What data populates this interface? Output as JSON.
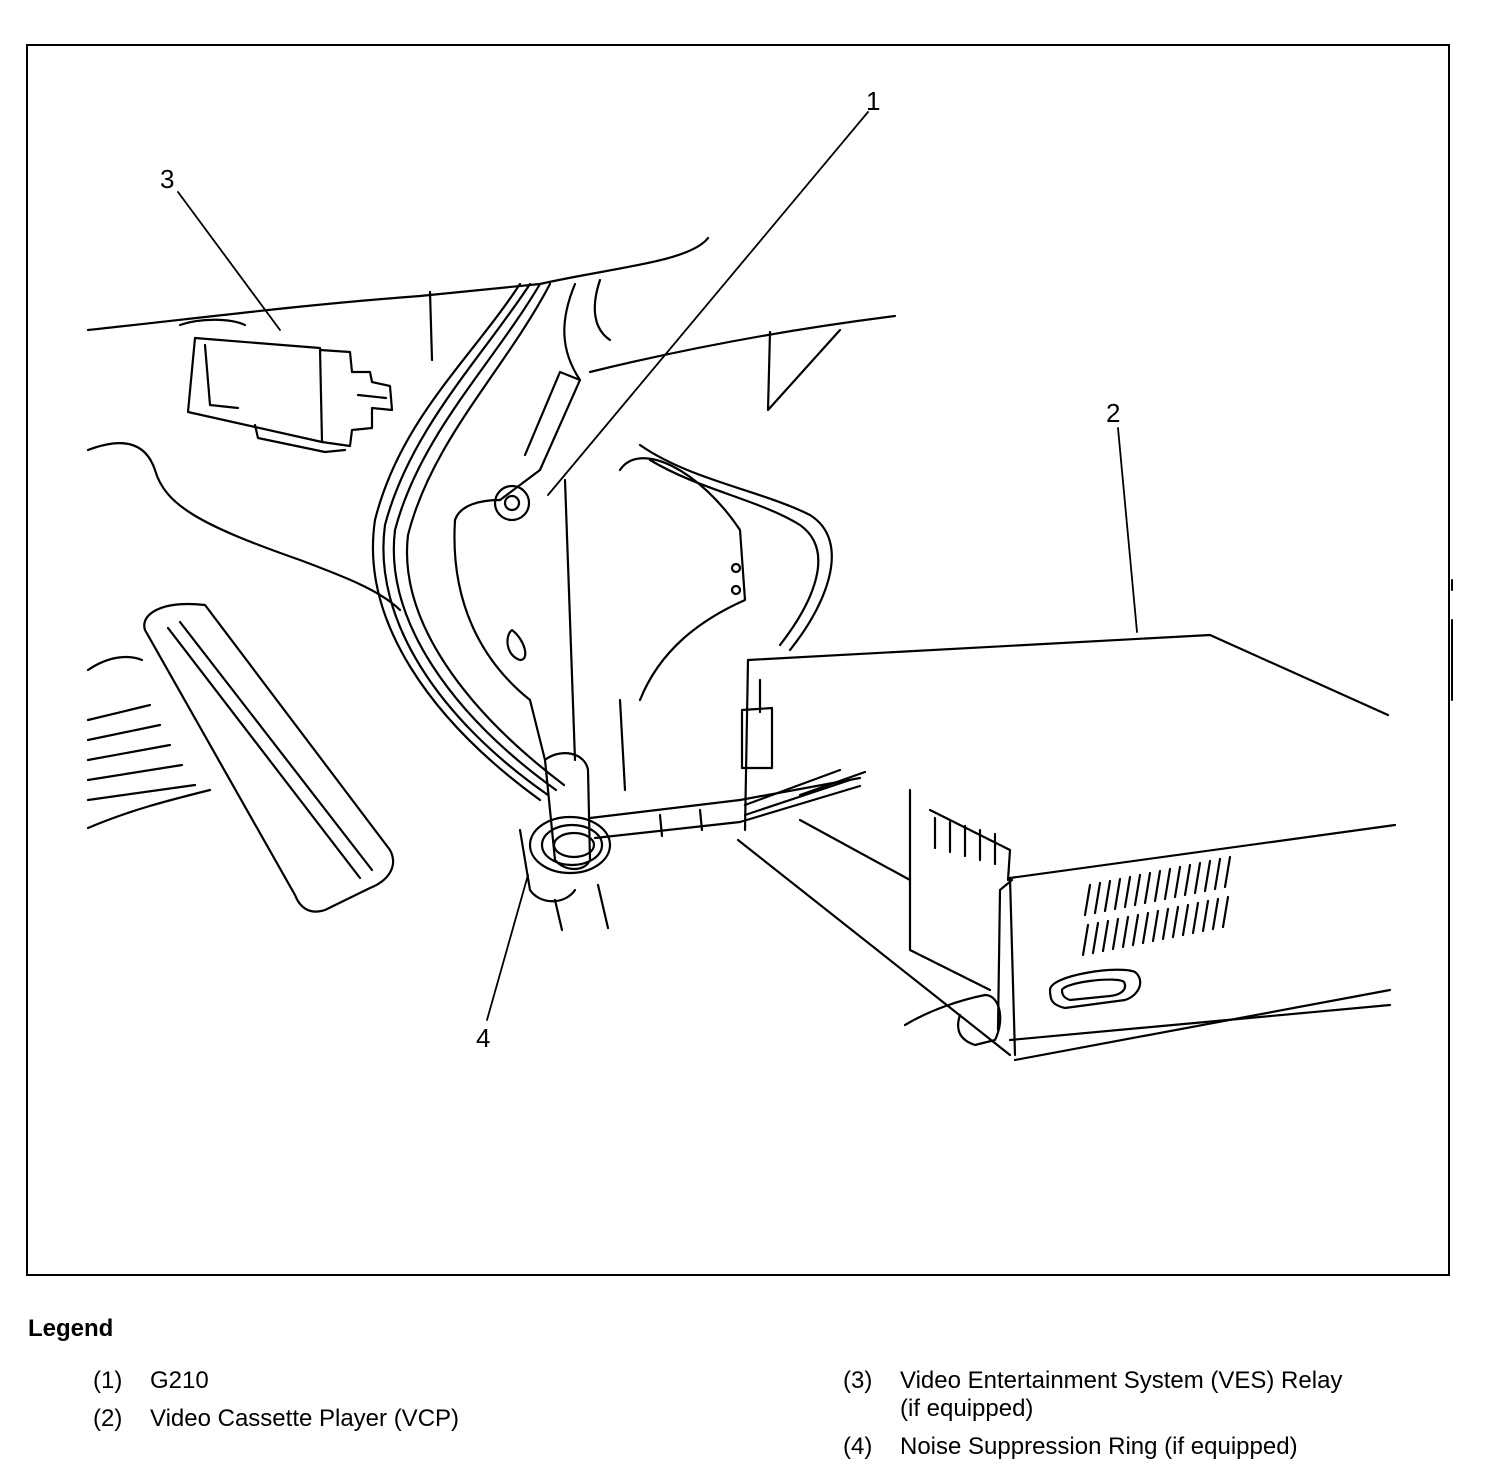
{
  "callouts": {
    "c1": "1",
    "c2": "2",
    "c3": "3",
    "c4": "4"
  },
  "legend": {
    "title": "Legend",
    "items": [
      {
        "num": "(1)",
        "text": "G210"
      },
      {
        "num": "(2)",
        "text": "Video Cassette Player (VCP)"
      },
      {
        "num": "(3)",
        "text": "Video Entertainment System (VES) Relay",
        "text2": "(if equipped)"
      },
      {
        "num": "(4)",
        "text": "Noise Suppression Ring (if equipped)"
      }
    ]
  }
}
